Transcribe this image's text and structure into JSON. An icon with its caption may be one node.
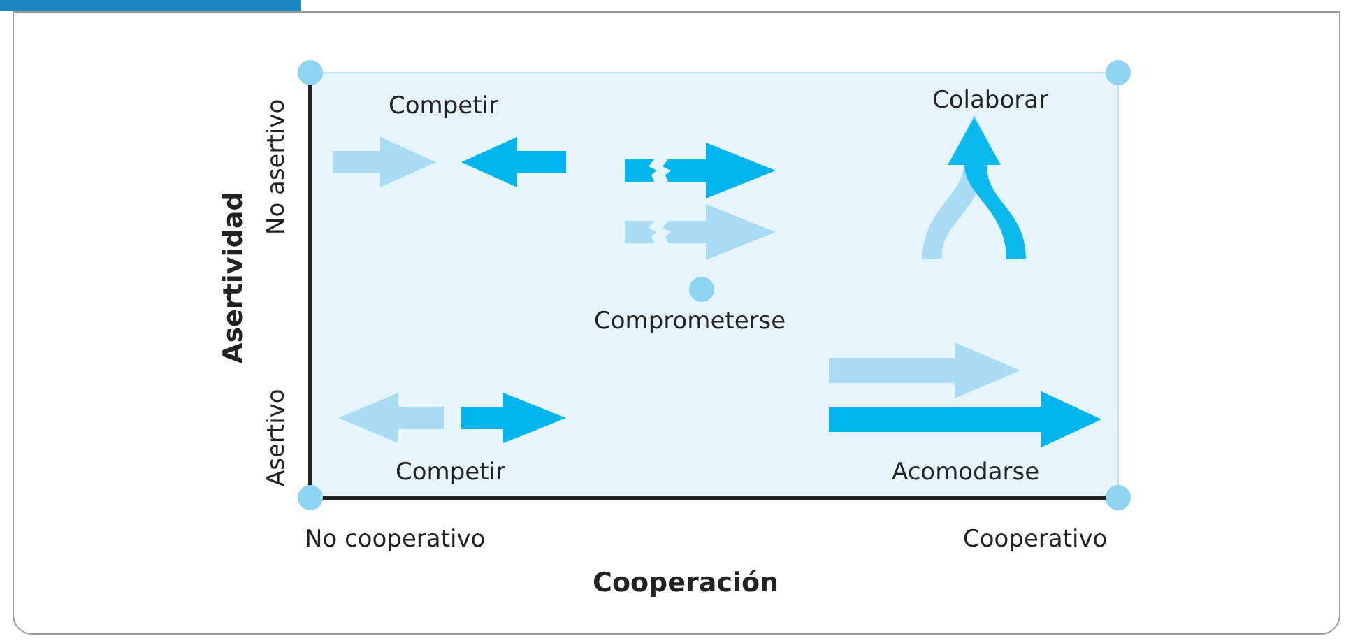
{
  "diagram": {
    "labels": [
      "No asertivo",
      "Asertivo",
      "Asertividad",
      "Competir",
      "Colaborar",
      "Comprometerse",
      "Competir",
      "Acomodarse",
      "No cooperativo",
      "Cooperativo",
      "Cooperación"
    ]
  }
}
